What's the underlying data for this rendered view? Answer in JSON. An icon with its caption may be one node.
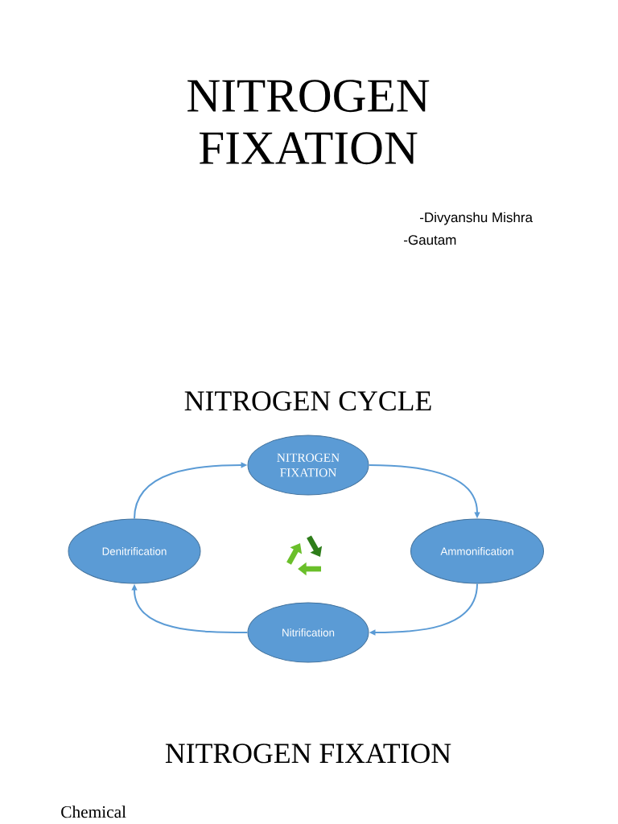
{
  "diagram": {
    "title": "NITROGEN FIXATION",
    "nodes": [
      {
        "text": [
          "NITROGEN FIXATION"
        ]
      },
      {
        "text": [
          "Denitrification"
        ]
      },
      {
        "text": [
          "Ammonification"
        ]
      },
      {
        "text": [
          "Nitrification"
        ]
      }
    ],
    "edges": [
      {
        "from": 1,
        "to": 0,
        "arrow": "to"
      },
      {
        "from": 0,
        "to": 2,
        "arrow": "to"
      },
      {
        "from": 2,
        "to": 3,
        "arrow": "to"
      },
      {
        "from": 3,
        "to": 1,
        "arrow": "to"
      }
    ],
    "labels": [
      "-Divyanshu Mishra",
      "-Gautam",
      "NITROGEN CYCLE",
      "NITROGEN FIXATION",
      "Chemical"
    ]
  }
}
